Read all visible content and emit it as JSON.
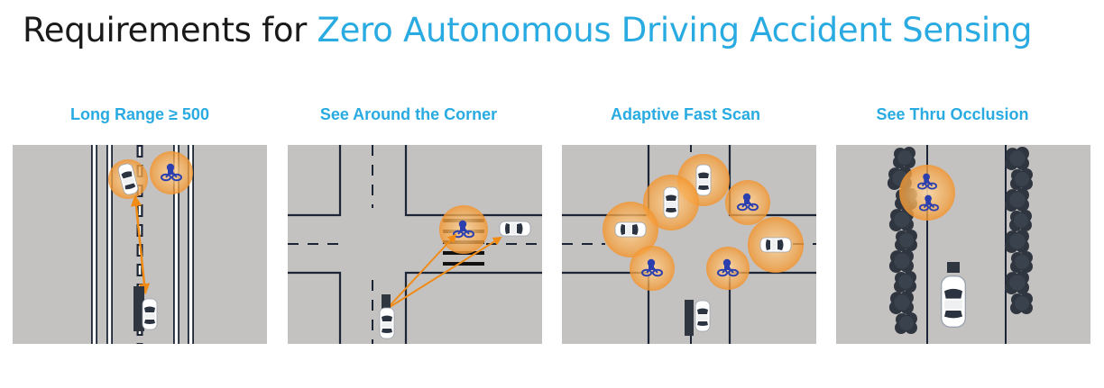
{
  "title": {
    "prefix": "Requirements for ",
    "highlight": "Zero Autonomous Driving Accident Sensing"
  },
  "panels": [
    {
      "label": "Long Range ≥ 500"
    },
    {
      "label": "See Around the Corner"
    },
    {
      "label": "Adaptive Fast Scan"
    },
    {
      "label": "See Thru Occlusion"
    }
  ],
  "colors": {
    "accent": "#29abe2",
    "road": "#c4c1c1",
    "lane": "#1b2535",
    "halo": "#f7a84a",
    "arrow": "#f08c16",
    "cyclist": "#2b3fae",
    "tree": "#2f3640"
  },
  "icons": [
    "car-icon",
    "cyclist-icon",
    "tree-icon",
    "sensor-halo-icon",
    "direction-arrow-icon"
  ]
}
